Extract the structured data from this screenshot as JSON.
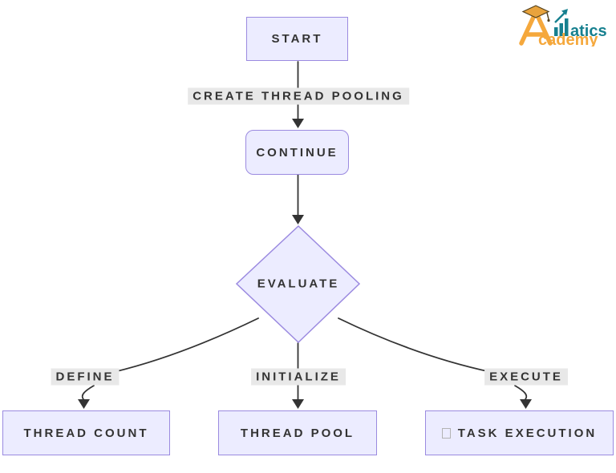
{
  "logo": {
    "brand_top": "atics",
    "brand_bottom": "cademy",
    "colors": {
      "teal": "#17808F",
      "orange": "#F5A83C",
      "cap_dark": "#54421e"
    }
  },
  "flowchart": {
    "nodes": [
      {
        "id": "start",
        "label": "START",
        "shape": "rect"
      },
      {
        "id": "continue",
        "label": "CONTINUE",
        "shape": "rounded-rect"
      },
      {
        "id": "evaluate",
        "label": "EVALUATE",
        "shape": "diamond"
      },
      {
        "id": "thread-count",
        "label": "THREAD COUNT",
        "shape": "rect"
      },
      {
        "id": "thread-pool",
        "label": "THREAD POOL",
        "shape": "rect"
      },
      {
        "id": "task-execution",
        "label": "TASK EXECUTION",
        "shape": "rect",
        "prefix_glyph": "missing-glyph-box"
      }
    ],
    "edges": [
      {
        "from": "start",
        "to": "continue",
        "label": "CREATE THREAD POOLING"
      },
      {
        "from": "continue",
        "to": "evaluate",
        "label": ""
      },
      {
        "from": "evaluate",
        "to": "thread-count",
        "label": "DEFINE"
      },
      {
        "from": "evaluate",
        "to": "thread-pool",
        "label": "INITIALIZE"
      },
      {
        "from": "evaluate",
        "to": "task-execution",
        "label": "EXECUTE"
      }
    ],
    "colors": {
      "node_fill": "#ECECFF",
      "node_border": "#9b8ae0",
      "edge_line": "#333333",
      "edge_label_bg": "#e8e8e8",
      "text": "#333333",
      "background": "#ffffff"
    }
  }
}
